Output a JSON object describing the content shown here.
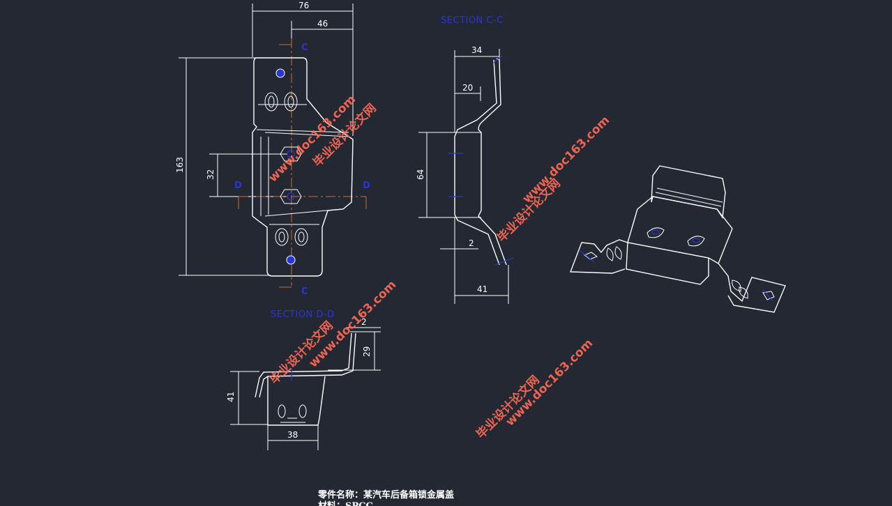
{
  "drawing": {
    "section_cc_label": "SECTION C-C",
    "section_dd_label": "SECTION D-D",
    "marks": {
      "c_top": "C",
      "c_bottom": "C",
      "d_left": "D",
      "d_right": "D"
    },
    "front_view_dims": {
      "width_76": "76",
      "width_46": "46",
      "height_163": "163",
      "pitch_32": "32"
    },
    "section_cc_dims": {
      "d34": "34",
      "d20": "20",
      "d64": "64",
      "d2": "2",
      "d41": "41"
    },
    "section_dd_dims": {
      "d2": "2",
      "d29": "29",
      "d41": "41",
      "d38": "38"
    },
    "title_block": {
      "part_name_line": "零件名称：某汽车后备箱锁金属盖",
      "material_line": "材料：SPCC"
    }
  },
  "watermarks": [
    {
      "text": "毕业设计论文网",
      "url": "www.doc163.com"
    }
  ],
  "colors": {
    "background": "#232833",
    "linework": "#ffffff",
    "section_text": "#2b35d6",
    "center_line": "#c8702a",
    "watermark": "#ff6a55"
  }
}
